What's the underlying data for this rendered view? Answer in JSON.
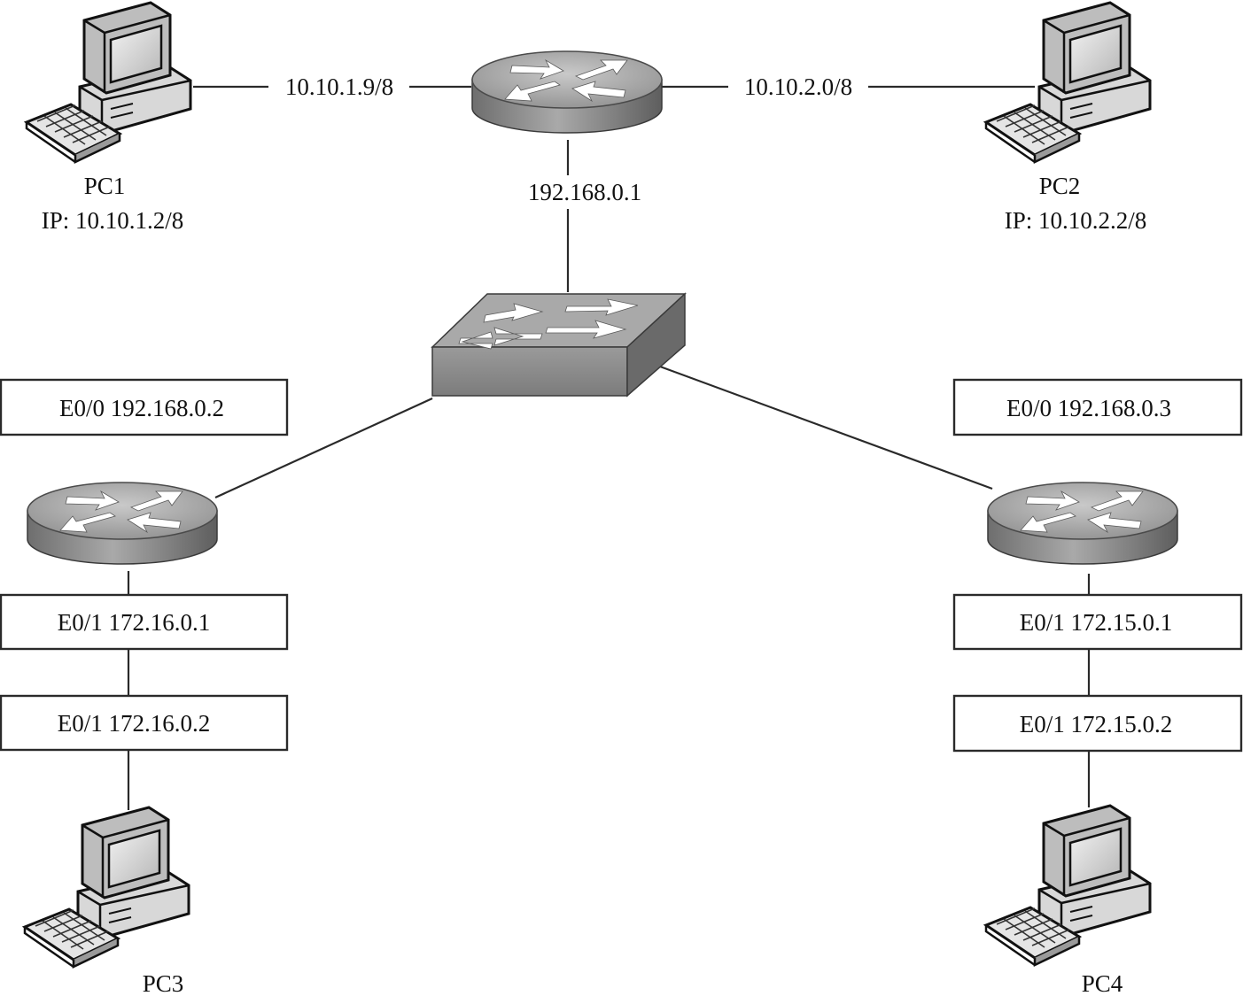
{
  "labels": {
    "core_left_link": "10.10.1.9/8",
    "core_right_link": "10.10.2.0/8",
    "core_down_link": "192.168.0.1"
  },
  "pcs": [
    {
      "id": "pc1",
      "name": "PC1",
      "ip": "IP: 10.10.1.2/8"
    },
    {
      "id": "pc2",
      "name": "PC2",
      "ip": "IP: 10.10.2.2/8"
    },
    {
      "id": "pc3",
      "name": "PC3",
      "ip": ""
    },
    {
      "id": "pc4",
      "name": "PC4",
      "ip": ""
    }
  ],
  "interface_boxes": {
    "left_e00": "E0/0 192.168.0.2",
    "right_e00": "E0/0 192.168.0.3",
    "left_e01_router": "E0/1 172.16.0.1",
    "right_e01_router": "E0/1 172.15.0.1",
    "left_e01_pc": "E0/1 172.16.0.2",
    "right_e01_pc": "E0/1 172.15.0.2"
  },
  "icons": {
    "router": "router-icon",
    "switch": "switch-icon",
    "pc": "desktop-computer-icon"
  },
  "colors": {
    "line": "#2a2a2a",
    "device_gray": "#8a8a8a",
    "device_light": "#bdbdbd"
  }
}
